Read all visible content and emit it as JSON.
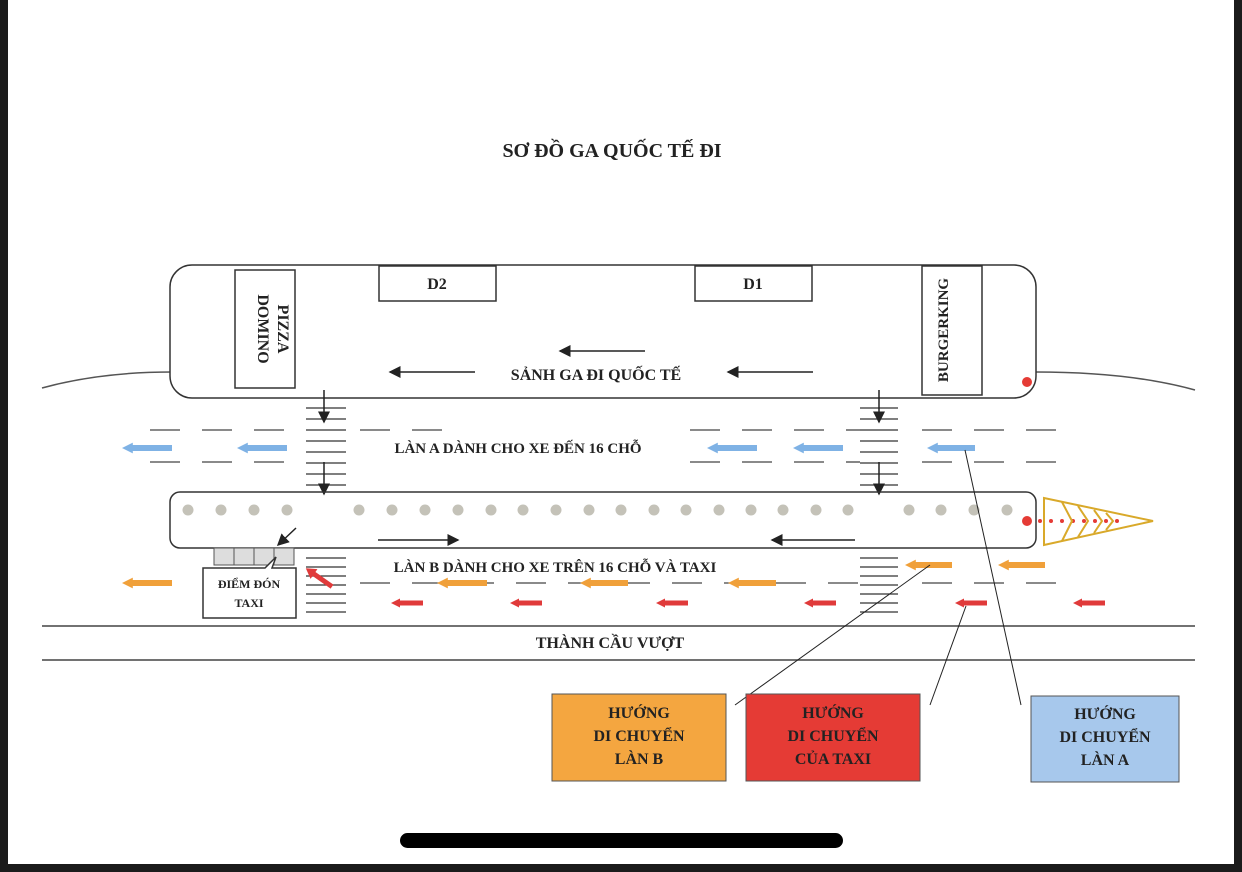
{
  "title": "SƠ ĐỒ GA QUỐC TẾ ĐI",
  "building": {
    "hall_label": "SẢNH GA ĐI QUỐC TẾ",
    "gates": [
      "D2",
      "D1"
    ],
    "shops": {
      "left_line1": "DOMINO",
      "left_line2": "PIZZA",
      "right": "BURGERKING"
    }
  },
  "lanes": {
    "lane_a": "LÀN A DÀNH CHO XE ĐẾN 16 CHỖ",
    "lane_b": "LÀN B DÀNH CHO XE TRÊN 16 CHỖ VÀ TAXI",
    "overpass": "THÀNH CẦU VƯỢT"
  },
  "taxi_point": {
    "line1": "ĐIỂM ĐÓN",
    "line2": "TAXI"
  },
  "legend": [
    {
      "lines": [
        "HƯỚNG",
        "DI CHUYỂN",
        "LÀN B"
      ],
      "color": "#f4a640"
    },
    {
      "lines": [
        "HƯỚNG",
        "DI CHUYỂN",
        "CỦA TAXI"
      ],
      "color": "#e53b35"
    },
    {
      "lines": [
        "HƯỚNG",
        "DI CHUYỂN",
        "LÀN A"
      ],
      "color": "#a7c8ec"
    }
  ],
  "colors": {
    "lane_a_arrow": "#7fb2e5",
    "lane_b_arrow": "#f0a03a",
    "taxi_arrow": "#e03a3a",
    "cone": "#d9a92a"
  }
}
